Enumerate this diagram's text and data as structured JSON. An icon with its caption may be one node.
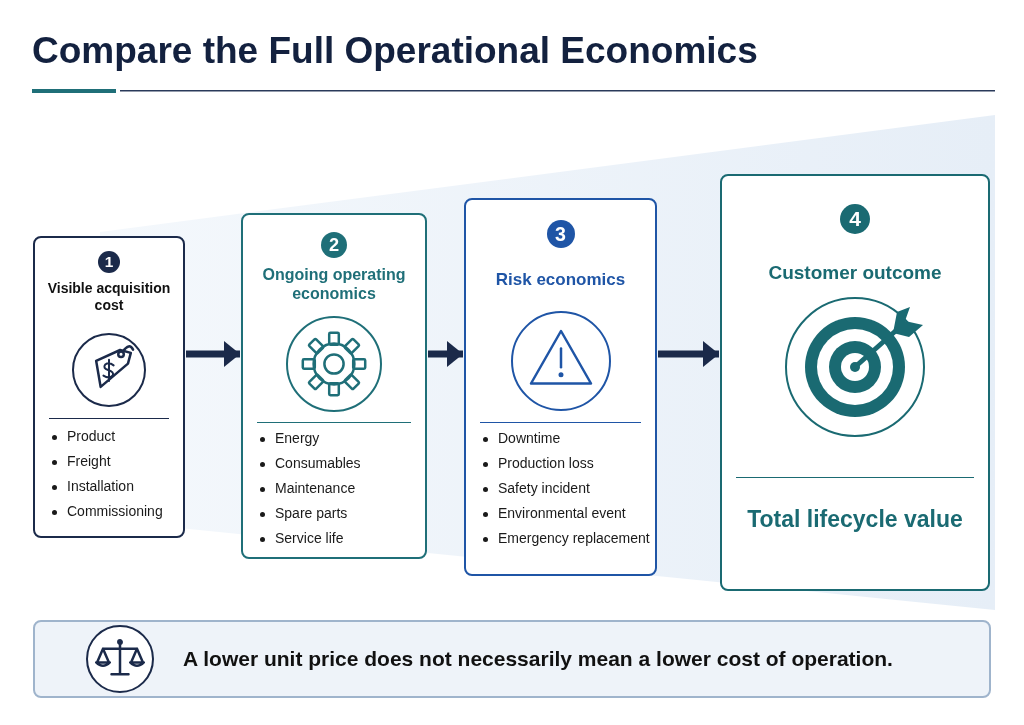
{
  "diagram": {
    "title": "Compare the Full Operational Economics",
    "nodes": [
      {
        "text": [
          "1",
          "Visible acquisition cost",
          "Product",
          "Freight",
          "Installation",
          "Commissioning"
        ]
      },
      {
        "text": [
          "2",
          "Ongoing operating economics",
          "Energy",
          "Consumables",
          "Maintenance",
          "Spare parts",
          "Service life"
        ]
      },
      {
        "text": [
          "3",
          "Risk economics",
          "Downtime",
          "Production loss",
          "Safety incident",
          "Environmental event",
          "Emergency replacement"
        ]
      },
      {
        "text": [
          "4",
          "Customer outcome",
          "Total lifecycle value"
        ]
      },
      {
        "text": [
          "A lower unit price does not necessarily mean a lower cost of operation."
        ]
      }
    ],
    "edges": [
      {
        "from": 0,
        "to": 1,
        "arrow": "to"
      },
      {
        "from": 1,
        "to": 2,
        "arrow": "to"
      },
      {
        "from": 2,
        "to": 3,
        "arrow": "to"
      }
    ]
  }
}
